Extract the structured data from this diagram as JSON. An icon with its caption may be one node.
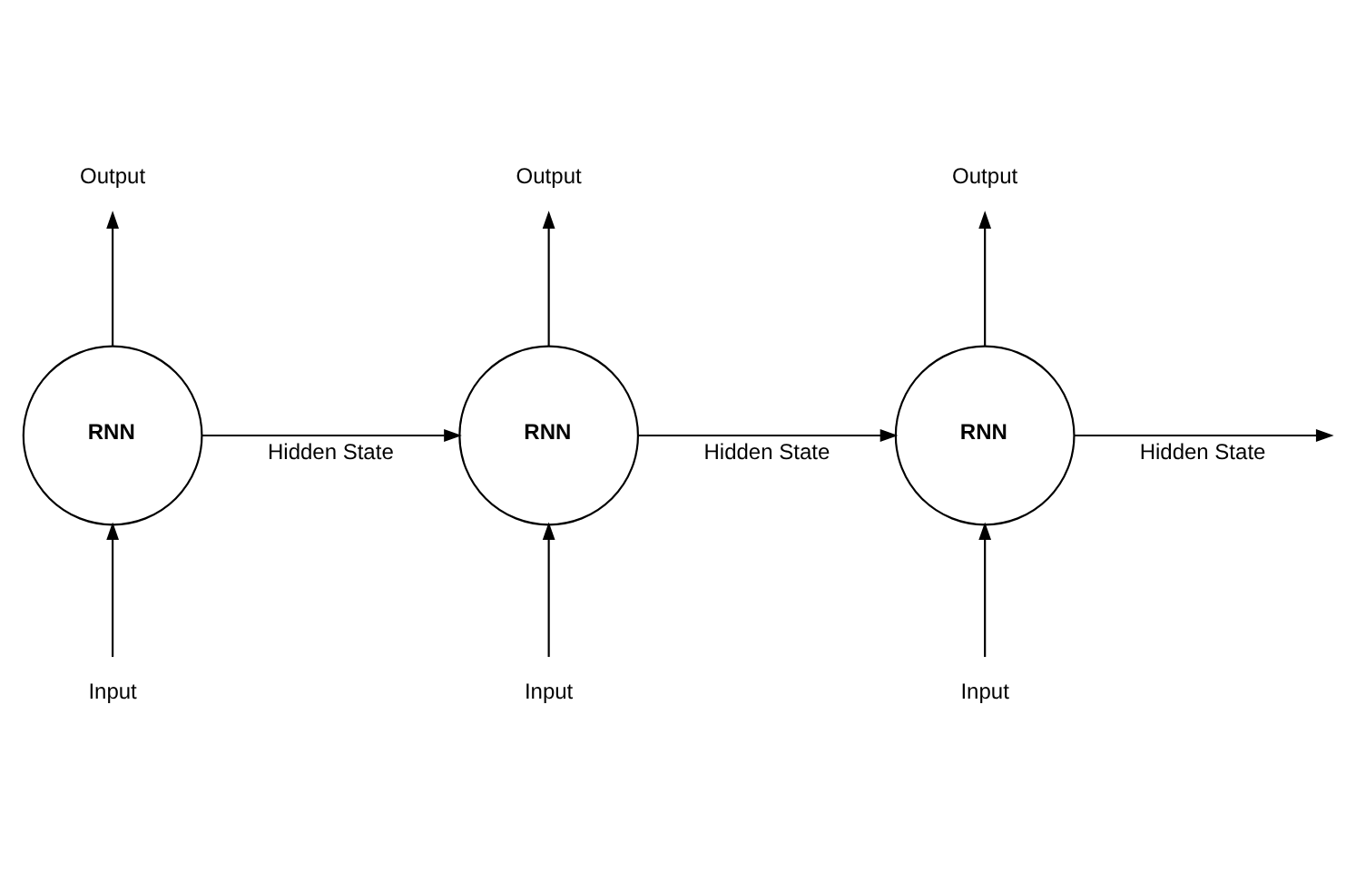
{
  "diagram": {
    "nodes": [
      {
        "text": [
          "Output"
        ]
      },
      {
        "text": [
          "Output"
        ]
      },
      {
        "text": [
          "Output"
        ]
      },
      {
        "text": [
          "RNN"
        ]
      },
      {
        "text": [
          "RNN"
        ]
      },
      {
        "text": [
          "RNN"
        ]
      },
      {
        "text": [
          "Input"
        ]
      },
      {
        "text": [
          "Input"
        ]
      },
      {
        "text": [
          "Input"
        ]
      }
    ],
    "edges": [
      {
        "from": 6,
        "to": 3,
        "arrow": "to"
      },
      {
        "from": 3,
        "to": 0,
        "arrow": "to"
      },
      {
        "from": 3,
        "to": 4,
        "arrow": "to",
        "label": "Hidden State"
      },
      {
        "from": 7,
        "to": 4,
        "arrow": "to"
      },
      {
        "from": 4,
        "to": 1,
        "arrow": "to"
      },
      {
        "from": 4,
        "to": 5,
        "arrow": "to",
        "label": "Hidden State"
      },
      {
        "from": 8,
        "to": 5,
        "arrow": "to"
      },
      {
        "from": 5,
        "to": 2,
        "arrow": "to"
      },
      {
        "from": 5,
        "to": null,
        "arrow": "to",
        "label": "Hidden State"
      }
    ]
  }
}
